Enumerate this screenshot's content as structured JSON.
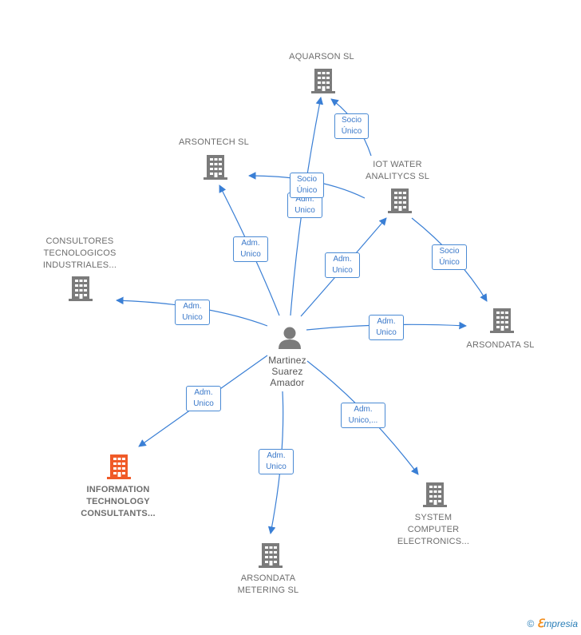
{
  "person": {
    "name_lines": [
      "Martinez",
      "Suarez",
      "Amador"
    ]
  },
  "companies": {
    "aquarson": {
      "lines": [
        "AQUARSON SL"
      ]
    },
    "arsontech": {
      "lines": [
        "ARSONTECH SL"
      ]
    },
    "iot": {
      "lines": [
        "IOT WATER",
        "ANALITYCS  SL"
      ]
    },
    "consultores": {
      "lines": [
        "CONSULTORES",
        "TECNOLOGICOS",
        "INDUSTRIALES..."
      ]
    },
    "arsondata": {
      "lines": [
        "ARSONDATA SL"
      ]
    },
    "itc": {
      "lines": [
        "INFORMATION",
        "TECHNOLOGY",
        "CONSULTANTS..."
      ]
    },
    "sce": {
      "lines": [
        "SYSTEM",
        "COMPUTER",
        "ELECTRONICS..."
      ]
    },
    "metering": {
      "lines": [
        "ARSONDATA",
        "METERING  SL"
      ]
    }
  },
  "edge_labels": {
    "iot_aquarson": [
      "Socio",
      "Único"
    ],
    "iot_arsontech": [
      "Socio",
      "Único"
    ],
    "p_aquarson": [
      "Adm.",
      "Unico"
    ],
    "p_arsontech": [
      "Adm.",
      "Unico"
    ],
    "p_iot": [
      "Adm.",
      "Unico"
    ],
    "iot_arsondata": [
      "Socio",
      "Único"
    ],
    "p_consultores": [
      "Adm.",
      "Unico"
    ],
    "p_arsondata": [
      "Adm.",
      "Unico"
    ],
    "p_itc": [
      "Adm.",
      "Unico"
    ],
    "p_sce": [
      "Adm.",
      "Unico,..."
    ],
    "p_metering": [
      "Adm.",
      "Unico"
    ]
  },
  "colors": {
    "edge": "#3a7fd5",
    "building": "#7b7b7b",
    "building_highlight": "#f05a28",
    "person": "#7b7b7b"
  },
  "brand": {
    "copyright": "©",
    "e": "ℇ",
    "rest": "mpresia"
  }
}
